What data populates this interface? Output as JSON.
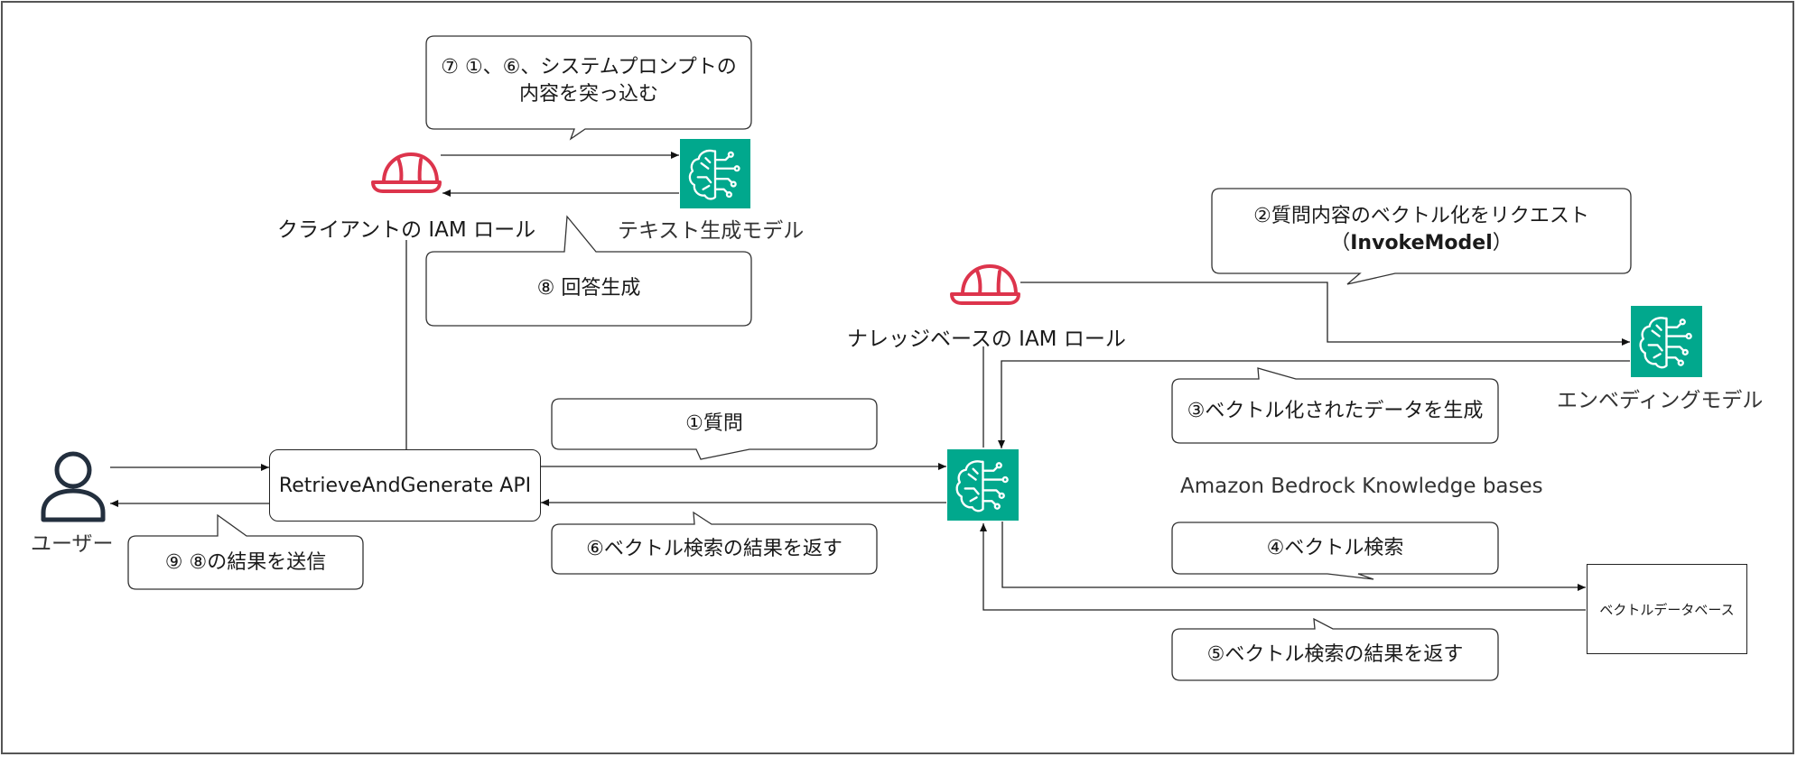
{
  "callouts": {
    "c7_line1": "⑦ ①、⑥、システムプロンプトの",
    "c7_line2": "内容を突っ込む",
    "c8": "⑧ 回答生成",
    "c2_line1": "②質問内容のベクトル化をリクエスト",
    "c2_line2_prefix": "（",
    "c2_line2_bold": "InvokeModel",
    "c2_line2_suffix": "）",
    "c1": "①質問",
    "c3": "③ベクトル化されたデータを生成",
    "c6": "⑥ベクトル検索の結果を返す",
    "c9": "⑨ ⑧の結果を送信",
    "c4": "④ベクトル検索",
    "c5": "⑤ベクトル検索の結果を返す"
  },
  "labels": {
    "client_role": "クライアントの IAM ロール",
    "text_model": "テキスト生成モデル",
    "kb_role": "ナレッジベースの IAM ロール",
    "embedding_model": "エンベディングモデル",
    "kb_service": "Amazon Bedrock Knowledge bases",
    "user": "ユーザー",
    "api": "RetrieveAndGenerate API",
    "vector_db": "ベクトルデータベース"
  },
  "colors": {
    "bedrock_green": "#01A88D",
    "iam_red": "#DD344C",
    "user_navy": "#232F3E"
  },
  "icons": {
    "iam_role": "iam-role-helmet-icon",
    "bedrock": "bedrock-brain-icon",
    "user": "user-icon"
  }
}
